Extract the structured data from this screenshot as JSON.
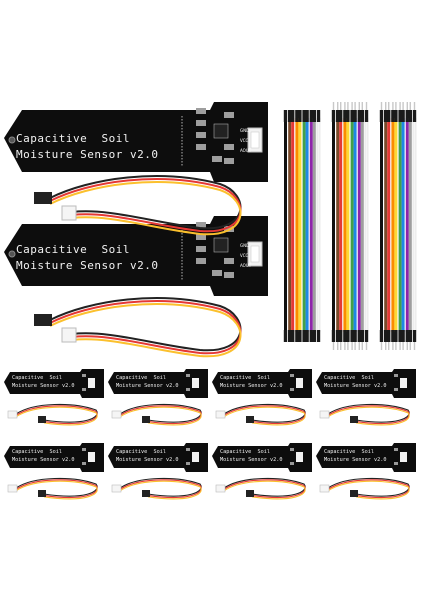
{
  "products": {
    "large_sensors": [
      {
        "line1": "Capacitive  Soil",
        "line2": "Moisture Sensor v2.0"
      },
      {
        "line1": "Capacitive  Soil",
        "line2": "Moisture Sensor v2.0"
      }
    ],
    "pin_labels": [
      "GND",
      "VCC",
      "AOUT"
    ],
    "small_sensor_line1": "Capacitive  Soil",
    "small_sensor_line2": "Moisture Sensor v2.0",
    "small_sensor_count": 8,
    "jumper_bundle_count": 3,
    "wire_colors": [
      "#111111",
      "#7a4a2a",
      "#e53935",
      "#fb8c00",
      "#fdd835",
      "#43a047",
      "#1e88e5",
      "#8e24aa",
      "#9e9e9e",
      "#f5f5f5"
    ],
    "cable_colors": [
      "#222222",
      "#e53935",
      "#fbc02d"
    ],
    "board_color": "#0d0d0d"
  }
}
